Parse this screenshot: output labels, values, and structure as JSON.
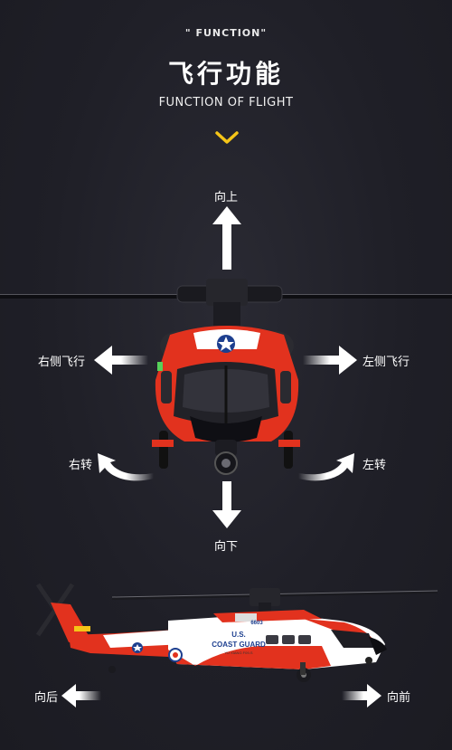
{
  "header": {
    "eyebrow": "\" FUNCTION\"",
    "title": "飞行功能",
    "subtitle": "FUNCTION OF FLIGHT"
  },
  "labels": {
    "up": "向上",
    "down": "向下",
    "fly_right": "右侧飞行",
    "fly_left": "左侧飞行",
    "turn_right": "右转",
    "turn_left": "左转",
    "backward": "向后",
    "forward": "向前"
  },
  "side_heli": {
    "text_us": "U.S.",
    "text_cg": "COAST GUARD",
    "text_model": "YU XIANG F09-S",
    "text_num": "6603"
  },
  "colors": {
    "accent_yellow": "#f5c518",
    "heli_red": "#e2321e",
    "bg": "#1f1f27"
  }
}
